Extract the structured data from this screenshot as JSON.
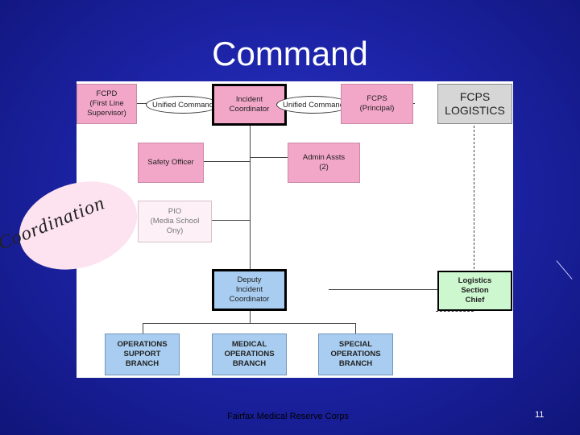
{
  "slide": {
    "title": "Command",
    "footer": "Fairfax Medical Reserve Corps",
    "page_number": "11",
    "callout": "Coordination"
  },
  "org_chart": {
    "fcpd": "FCPD\n(First Line\nSupervisor)",
    "unified_left": "Unified Command",
    "incident_coordinator": "Incident\nCoordinator",
    "unified_right": "Unified Command",
    "fcps": "FCPS\n(Principal)",
    "fcps_logistics": "FCPS\nLOGISTICS",
    "safety_officer": "Safety Officer",
    "admin_assts": "Admin Assts\n(2)",
    "pio": "PIO\n(Media School\nOny)",
    "deputy_incident_coordinator": "Deputy\nIncident\nCoordinator",
    "logistics_section_chief": "Logistics\nSection\nChief",
    "operations_support_branch": "OPERATIONS\nSUPPORT\nBRANCH",
    "medical_operations_branch": "MEDICAL\nOPERATIONS\nBRANCH",
    "special_operations_branch": "SPECIAL\nOPERATIONS\nBRANCH"
  },
  "colors": {
    "background": "#1d24a8",
    "pink_box": "#f2a6c8",
    "blue_box": "#a8cdf0",
    "green_box": "#cdf7cf",
    "grey_box": "#d6d6d6"
  }
}
